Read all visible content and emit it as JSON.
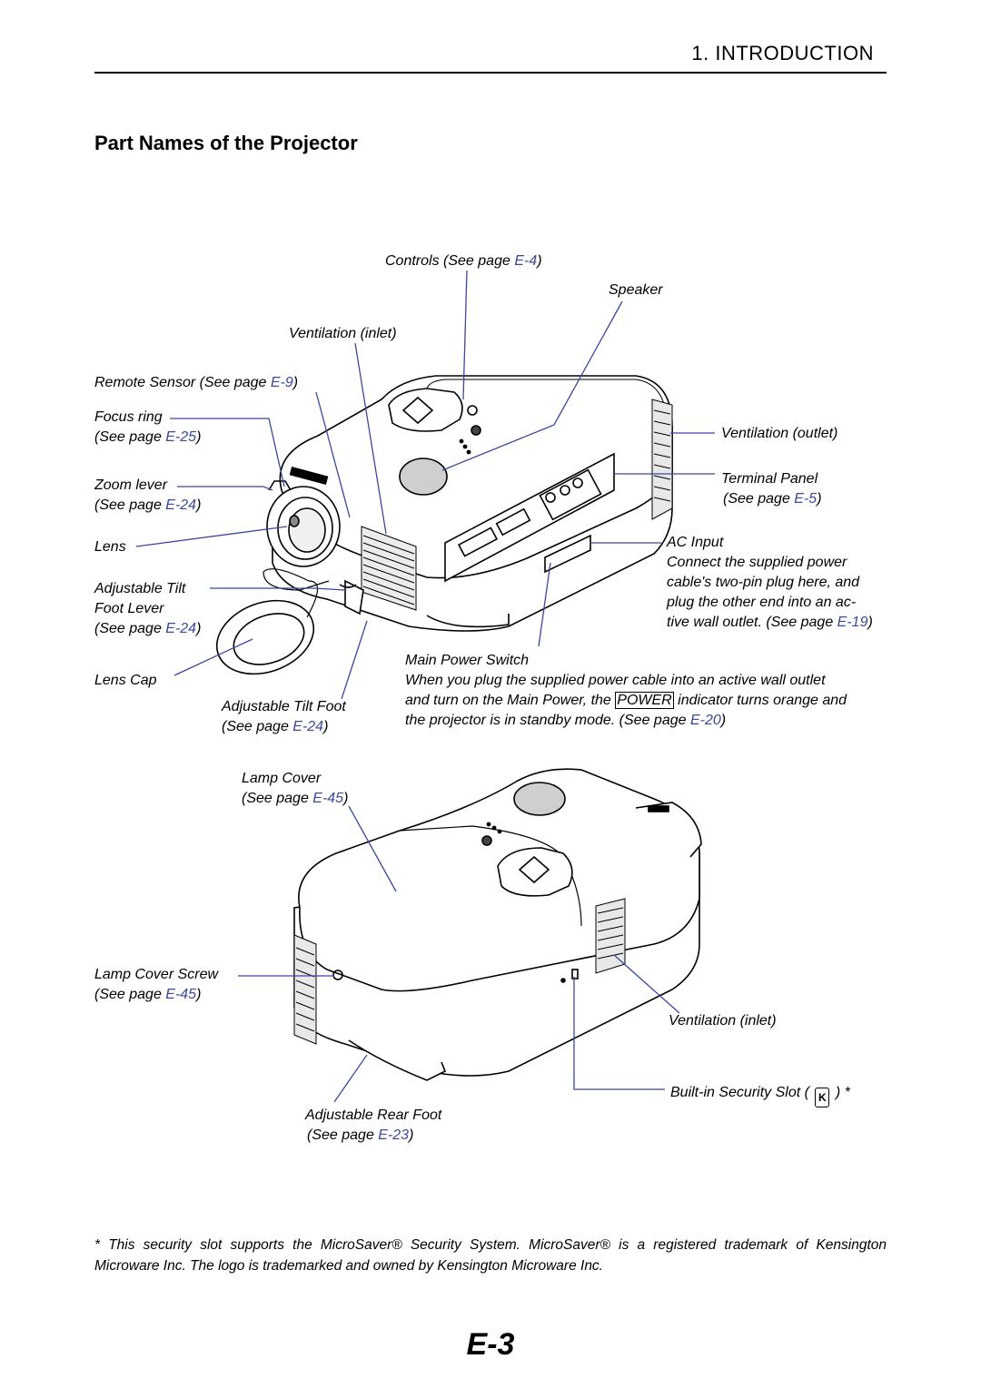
{
  "header": {
    "section": "1. INTRODUCTION"
  },
  "title": "Part Names of the Projector",
  "labels": {
    "controls": "Controls (See page ",
    "controls_ref": "E-4",
    "speaker": "Speaker",
    "vent_inlet_top": "Ventilation (inlet)",
    "remote_sensor": "Remote Sensor (See page ",
    "remote_sensor_ref": "E-9",
    "focus_ring": "Focus ring",
    "focus_see": "(See page ",
    "focus_ref": "E-25",
    "zoom_lever": "Zoom lever",
    "zoom_see": "(See page ",
    "zoom_ref": "E-24",
    "lens": "Lens",
    "tilt_lever_1": "Adjustable  Tilt",
    "tilt_lever_2": "Foot Lever",
    "tilt_lever_see": "(See page ",
    "tilt_lever_ref": "E-24",
    "lens_cap": "Lens Cap",
    "tilt_foot": "Adjustable Tilt Foot",
    "tilt_foot_see": "(See page ",
    "tilt_foot_ref": "E-24",
    "vent_outlet": "Ventilation (outlet)",
    "terminal": "Terminal Panel",
    "terminal_see": "(See page ",
    "terminal_ref": "E-5",
    "ac_input": "AC Input",
    "ac_desc_1": "Connect  the  supplied  power",
    "ac_desc_2": "cable's two-pin plug here, and",
    "ac_desc_3": "plug  the  other  end  into  an  ac-",
    "ac_desc_4": "tive wall outlet. (See page ",
    "ac_ref": "E-19",
    "main_power": "Main Power Switch",
    "mp_1": "When you plug the supplied power cable into an active wall outlet",
    "mp_2a": "and turn on the Main Power, the ",
    "mp_power": "POWER",
    "mp_2b": " indicator turns orange and",
    "mp_3": "the projector is in standby mode. (See page ",
    "mp_ref": "E-20",
    "lamp_cover": "Lamp Cover",
    "lamp_cover_see": "(See page ",
    "lamp_cover_ref": "E-45",
    "lamp_screw": "Lamp Cover Screw",
    "lamp_screw_see": "(See page ",
    "lamp_screw_ref": "E-45",
    "vent_inlet_bottom": "Ventilation (inlet)",
    "security_slot": "Built-in Security Slot ( ",
    "security_tail": " ) *",
    "rear_foot": "Adjustable Rear Foot",
    "rear_foot_see": "(See page ",
    "rear_foot_ref": "E-23"
  },
  "footnote": "* This security slot supports the MicroSaver® Security System. MicroSaver® is a registered trademark of Kensington Microware Inc. The logo is trademarked and owned by Kensington Microware Inc.",
  "page_number": "E-3",
  "colors": {
    "link": "#3a48a0",
    "callout": "#3a48a0"
  }
}
